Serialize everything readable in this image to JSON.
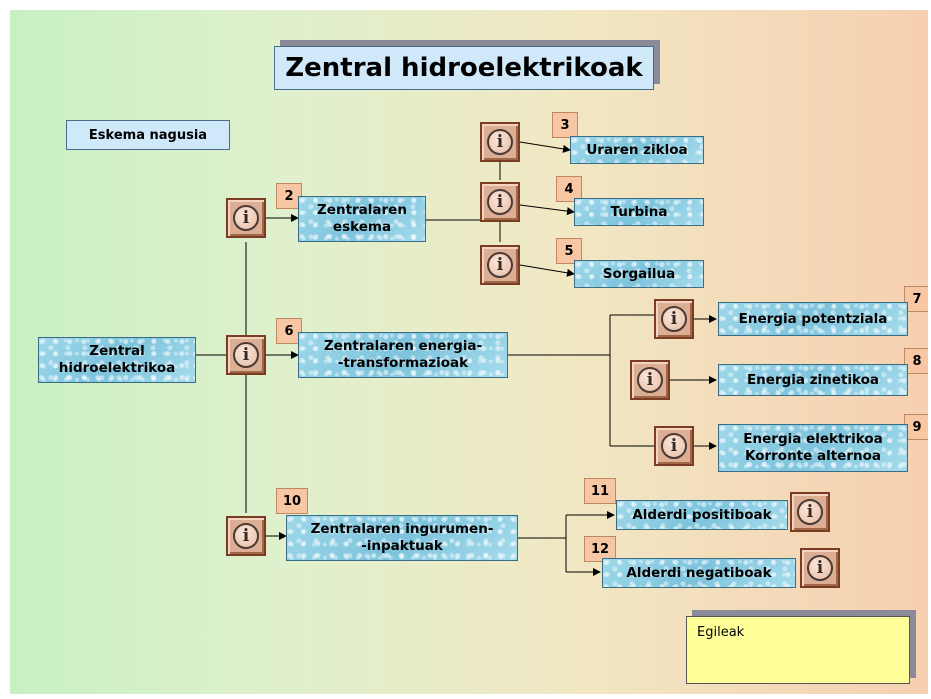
{
  "title": "Zentral hidroelektrikoak",
  "eskema_label": "Eskema nagusia",
  "egileak_label": "Egileak",
  "info_glyph": "i",
  "icon_name": "info-icon",
  "colors": {
    "node_fill": "#8fcfe4",
    "number_fill": "#f7c6a2",
    "info_fill": "#dcae94",
    "notes_fill": "#ffff99",
    "title_fill": "#cfe9fa"
  },
  "nodes": {
    "root": "Zentral\nhidroelektrikoa",
    "eskema": "Zentralaren\neskema",
    "uraren": "Uraren zikloa",
    "turbina": "Turbina",
    "sorgailua": "Sorgailua",
    "energia": "Zentralaren energia-\n-transformazioak",
    "potentziala": "Energia potentziala",
    "zinetikoa": "Energia zinetikoa",
    "elektrikoa": "Energia elektrikoa\nKorronte alternoa",
    "ingurumen": "Zentralaren ingurumen-\n-inpaktuak",
    "positiboak": "Alderdi positiboak",
    "negatiboak": "Alderdi negatiboak"
  },
  "numbers": {
    "eskema": "2",
    "uraren": "3",
    "turbina": "4",
    "sorgailua": "5",
    "energia": "6",
    "potentziala": "7",
    "zinetikoa": "8",
    "elektrikoa": "9",
    "ingurumen": "10",
    "positiboak": "11",
    "negatiboak": "12"
  }
}
